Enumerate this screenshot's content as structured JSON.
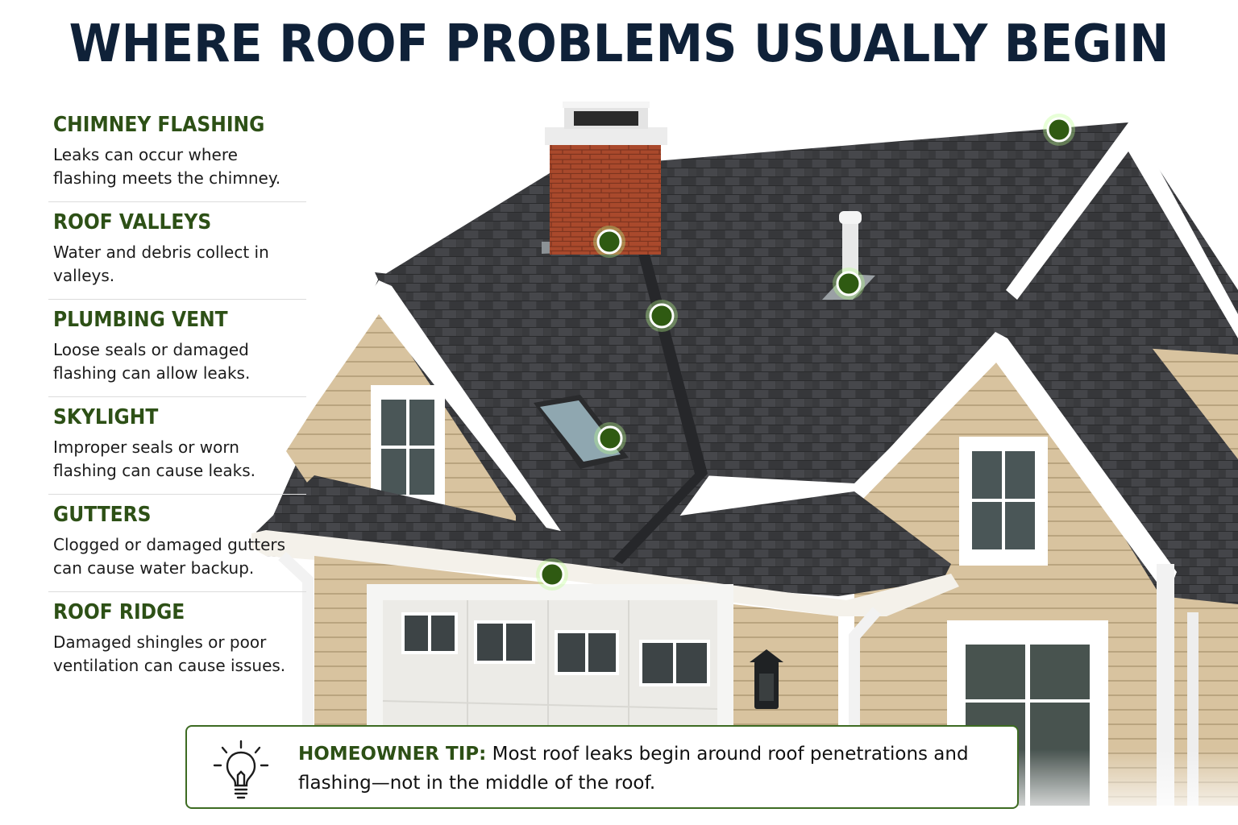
{
  "title": "WHERE ROOF PROBLEMS USUALLY BEGIN",
  "problem_areas": [
    {
      "title": "CHIMNEY FLASHING",
      "description": "Leaks can occur where flashing meets the chimney."
    },
    {
      "title": "ROOF VALLEYS",
      "description": "Water and debris collect in valleys."
    },
    {
      "title": "PLUMBING VENT",
      "description": "Loose seals or damaged flashing can allow leaks."
    },
    {
      "title": "SKYLIGHT",
      "description": "Improper seals or worn flashing can cause leaks."
    },
    {
      "title": "GUTTERS",
      "description": "Clogged or damaged gutters can cause water backup."
    },
    {
      "title": "ROOF RIDGE",
      "description": "Damaged shingles or poor ventilation can cause issues."
    }
  ],
  "tip": {
    "label": "HOMEOWNER TIP:",
    "text": " Most roof leaks begin around roof penetrations and flashing—not in the middle of the roof."
  },
  "colors": {
    "title": "#0f2138",
    "accent_green": "#2d5016",
    "marker_green": "#2f5a12",
    "roof_shingle": "#3a3b3e",
    "siding": "#d9c4a0",
    "trim": "#ffffff",
    "brick": "#a84a2e"
  },
  "icons": {
    "tip": "lightbulb-icon",
    "marker": "location-dot-icon"
  }
}
